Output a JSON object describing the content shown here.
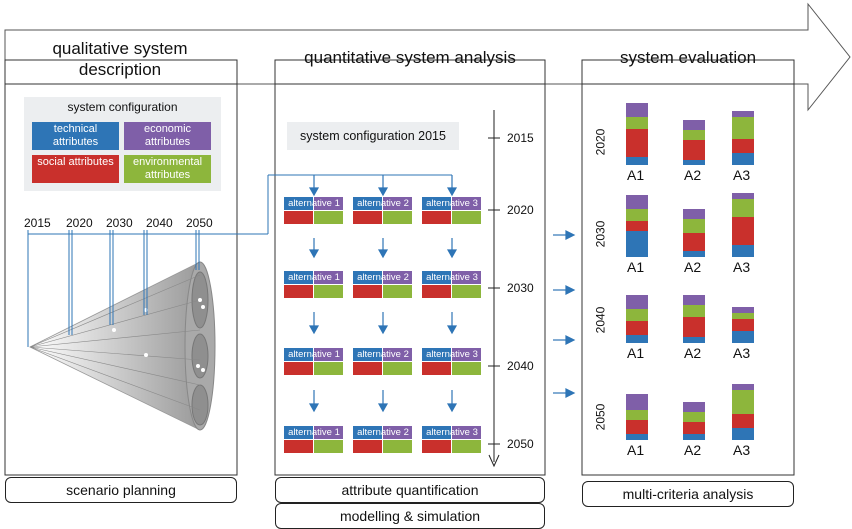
{
  "sections": {
    "qualitative_title": "qualitative system description",
    "quantitative_title": "quantitative system analysis",
    "evaluation_title": "system evaluation"
  },
  "legend": {
    "title": "system configuration",
    "items": [
      {
        "label": "technical attributes",
        "color": "#2e75b6"
      },
      {
        "label": "economic attributes",
        "color": "#7f5fa8"
      },
      {
        "label": "social attributes",
        "color": "#c9302c"
      },
      {
        "label": "environmental attributes",
        "color": "#8db63c"
      }
    ]
  },
  "scenario_years": [
    "2015",
    "2020",
    "2030",
    "2040",
    "2050"
  ],
  "config_2015": "system configuration 2015",
  "timeline_years": [
    "2015",
    "2020",
    "2030",
    "2040",
    "2050"
  ],
  "alternatives": [
    "alternative 1",
    "alternative 2",
    "alternative 3"
  ],
  "footers": {
    "scenario": "scenario planning",
    "attribute": "attribute quantification",
    "modelling": "modelling & simulation",
    "mca": "multi-criteria analysis"
  },
  "evaluation": {
    "labels": [
      "A1",
      "A2",
      "A3"
    ],
    "groups": [
      {
        "year": "2020",
        "bars": [
          {
            "technical": 8,
            "social": 28,
            "environmental": 12,
            "economic": 14
          },
          {
            "technical": 5,
            "social": 20,
            "environmental": 10,
            "economic": 10
          },
          {
            "technical": 12,
            "social": 14,
            "environmental": 22,
            "economic": 6
          }
        ]
      },
      {
        "year": "2030",
        "bars": [
          {
            "technical": 26,
            "social": 10,
            "environmental": 12,
            "economic": 14
          },
          {
            "technical": 6,
            "social": 18,
            "environmental": 14,
            "economic": 10
          },
          {
            "technical": 12,
            "social": 28,
            "environmental": 18,
            "economic": 6
          }
        ]
      },
      {
        "year": "2040",
        "bars": [
          {
            "technical": 8,
            "social": 14,
            "environmental": 12,
            "economic": 14
          },
          {
            "technical": 6,
            "social": 20,
            "environmental": 12,
            "economic": 10
          },
          {
            "technical": 12,
            "social": 12,
            "environmental": 6,
            "economic": 6
          }
        ]
      },
      {
        "year": "2050",
        "bars": [
          {
            "technical": 6,
            "social": 14,
            "environmental": 10,
            "economic": 16
          },
          {
            "technical": 6,
            "social": 12,
            "environmental": 10,
            "economic": 10
          },
          {
            "technical": 12,
            "social": 14,
            "environmental": 24,
            "economic": 6
          }
        ]
      }
    ]
  }
}
